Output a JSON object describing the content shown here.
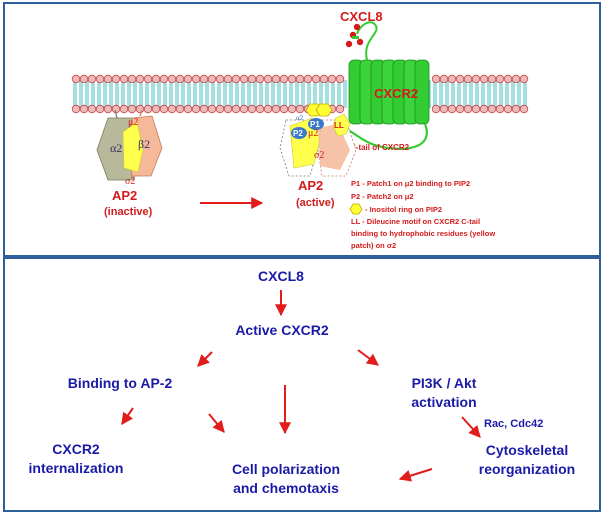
{
  "top_panel": {
    "ligand": "CXCL8",
    "receptor": "CXCR2",
    "ctail_label": "C-tail of CXCR2",
    "ap2_inactive": {
      "title": "AP2",
      "state": "(inactive)"
    },
    "ap2_active": {
      "title": "AP2",
      "state": "(active)"
    },
    "subunits": {
      "alpha2": "α2",
      "beta2": "β2",
      "mu2": "μ2",
      "sigma2": "σ2"
    },
    "markers": {
      "p1": "P1",
      "p2": "P2",
      "ll": "LL",
      "a2_short": "α2"
    },
    "legend": {
      "line1": "P1 - Patch1 on μ2 binding to PIP2",
      "line2": "P2 - Patch2 on μ2",
      "line3": "- Inositol ring on PIP2",
      "line4": "LL - Dileucine motif on CXCR2 C-tail",
      "line5": "binding to hydrophobic residues (yellow",
      "line6": "patch) on σ2"
    }
  },
  "bottom_panel": {
    "nodes": {
      "cxcl8": "CXCL8",
      "active_cxcr2": "Active CXCR2",
      "binding_ap2": "Binding to AP-2",
      "pi3k_line1": "PI3K / Akt",
      "pi3k_line2": "activation",
      "rac": "Rac, Cdc42",
      "internal_line1": "CXCR2",
      "internal_line2": "internalization",
      "polar_line1": "Cell polarization",
      "polar_line2": "and chemotaxis",
      "cyto_line1": "Cytoskeletal",
      "cyto_line2": "reorganization"
    }
  },
  "colors": {
    "frame": "#2e5f9c",
    "red_text": "#d31b1b",
    "blue_text": "#1a1aa8",
    "receptor_green": "#33cc33",
    "lipid_head": "#f0b8b8",
    "lipid_tail": "#5bc7c7",
    "yellow": "#ffff4d",
    "peach": "#f5b99a",
    "olive": "#b8b89a",
    "blue_patch": "#3a78c9"
  }
}
